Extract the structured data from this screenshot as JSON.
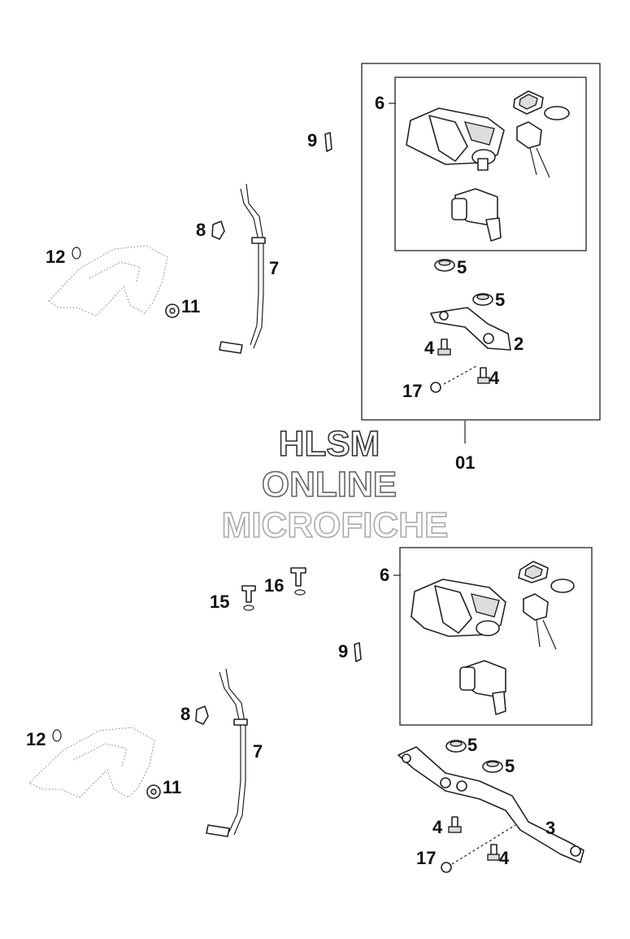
{
  "diagram": {
    "labels_top": {
      "l6": "6",
      "l9": "9",
      "l8": "8",
      "l12": "12",
      "l7": "7",
      "l11": "11",
      "l5a": "5",
      "l5b": "5",
      "l4a": "4",
      "l2": "2",
      "l17": "17",
      "l4b": "4",
      "l01": "01"
    },
    "labels_bottom": {
      "l6": "6",
      "l16": "16",
      "l15": "15",
      "l9": "9",
      "l8": "8",
      "l7": "7",
      "l12": "12",
      "l11": "11",
      "l5a": "5",
      "l5b": "5",
      "l4a": "4",
      "l3": "3",
      "l17": "17",
      "l4b": "4"
    }
  },
  "watermark": {
    "line1": "HLSM",
    "line2": "ONLINE",
    "line3": "MICROFICHE"
  },
  "colors": {
    "ink": "#222222",
    "watermark_dark": "#333333",
    "watermark_mid": "#666666",
    "watermark_light": "#aaaaaa"
  }
}
